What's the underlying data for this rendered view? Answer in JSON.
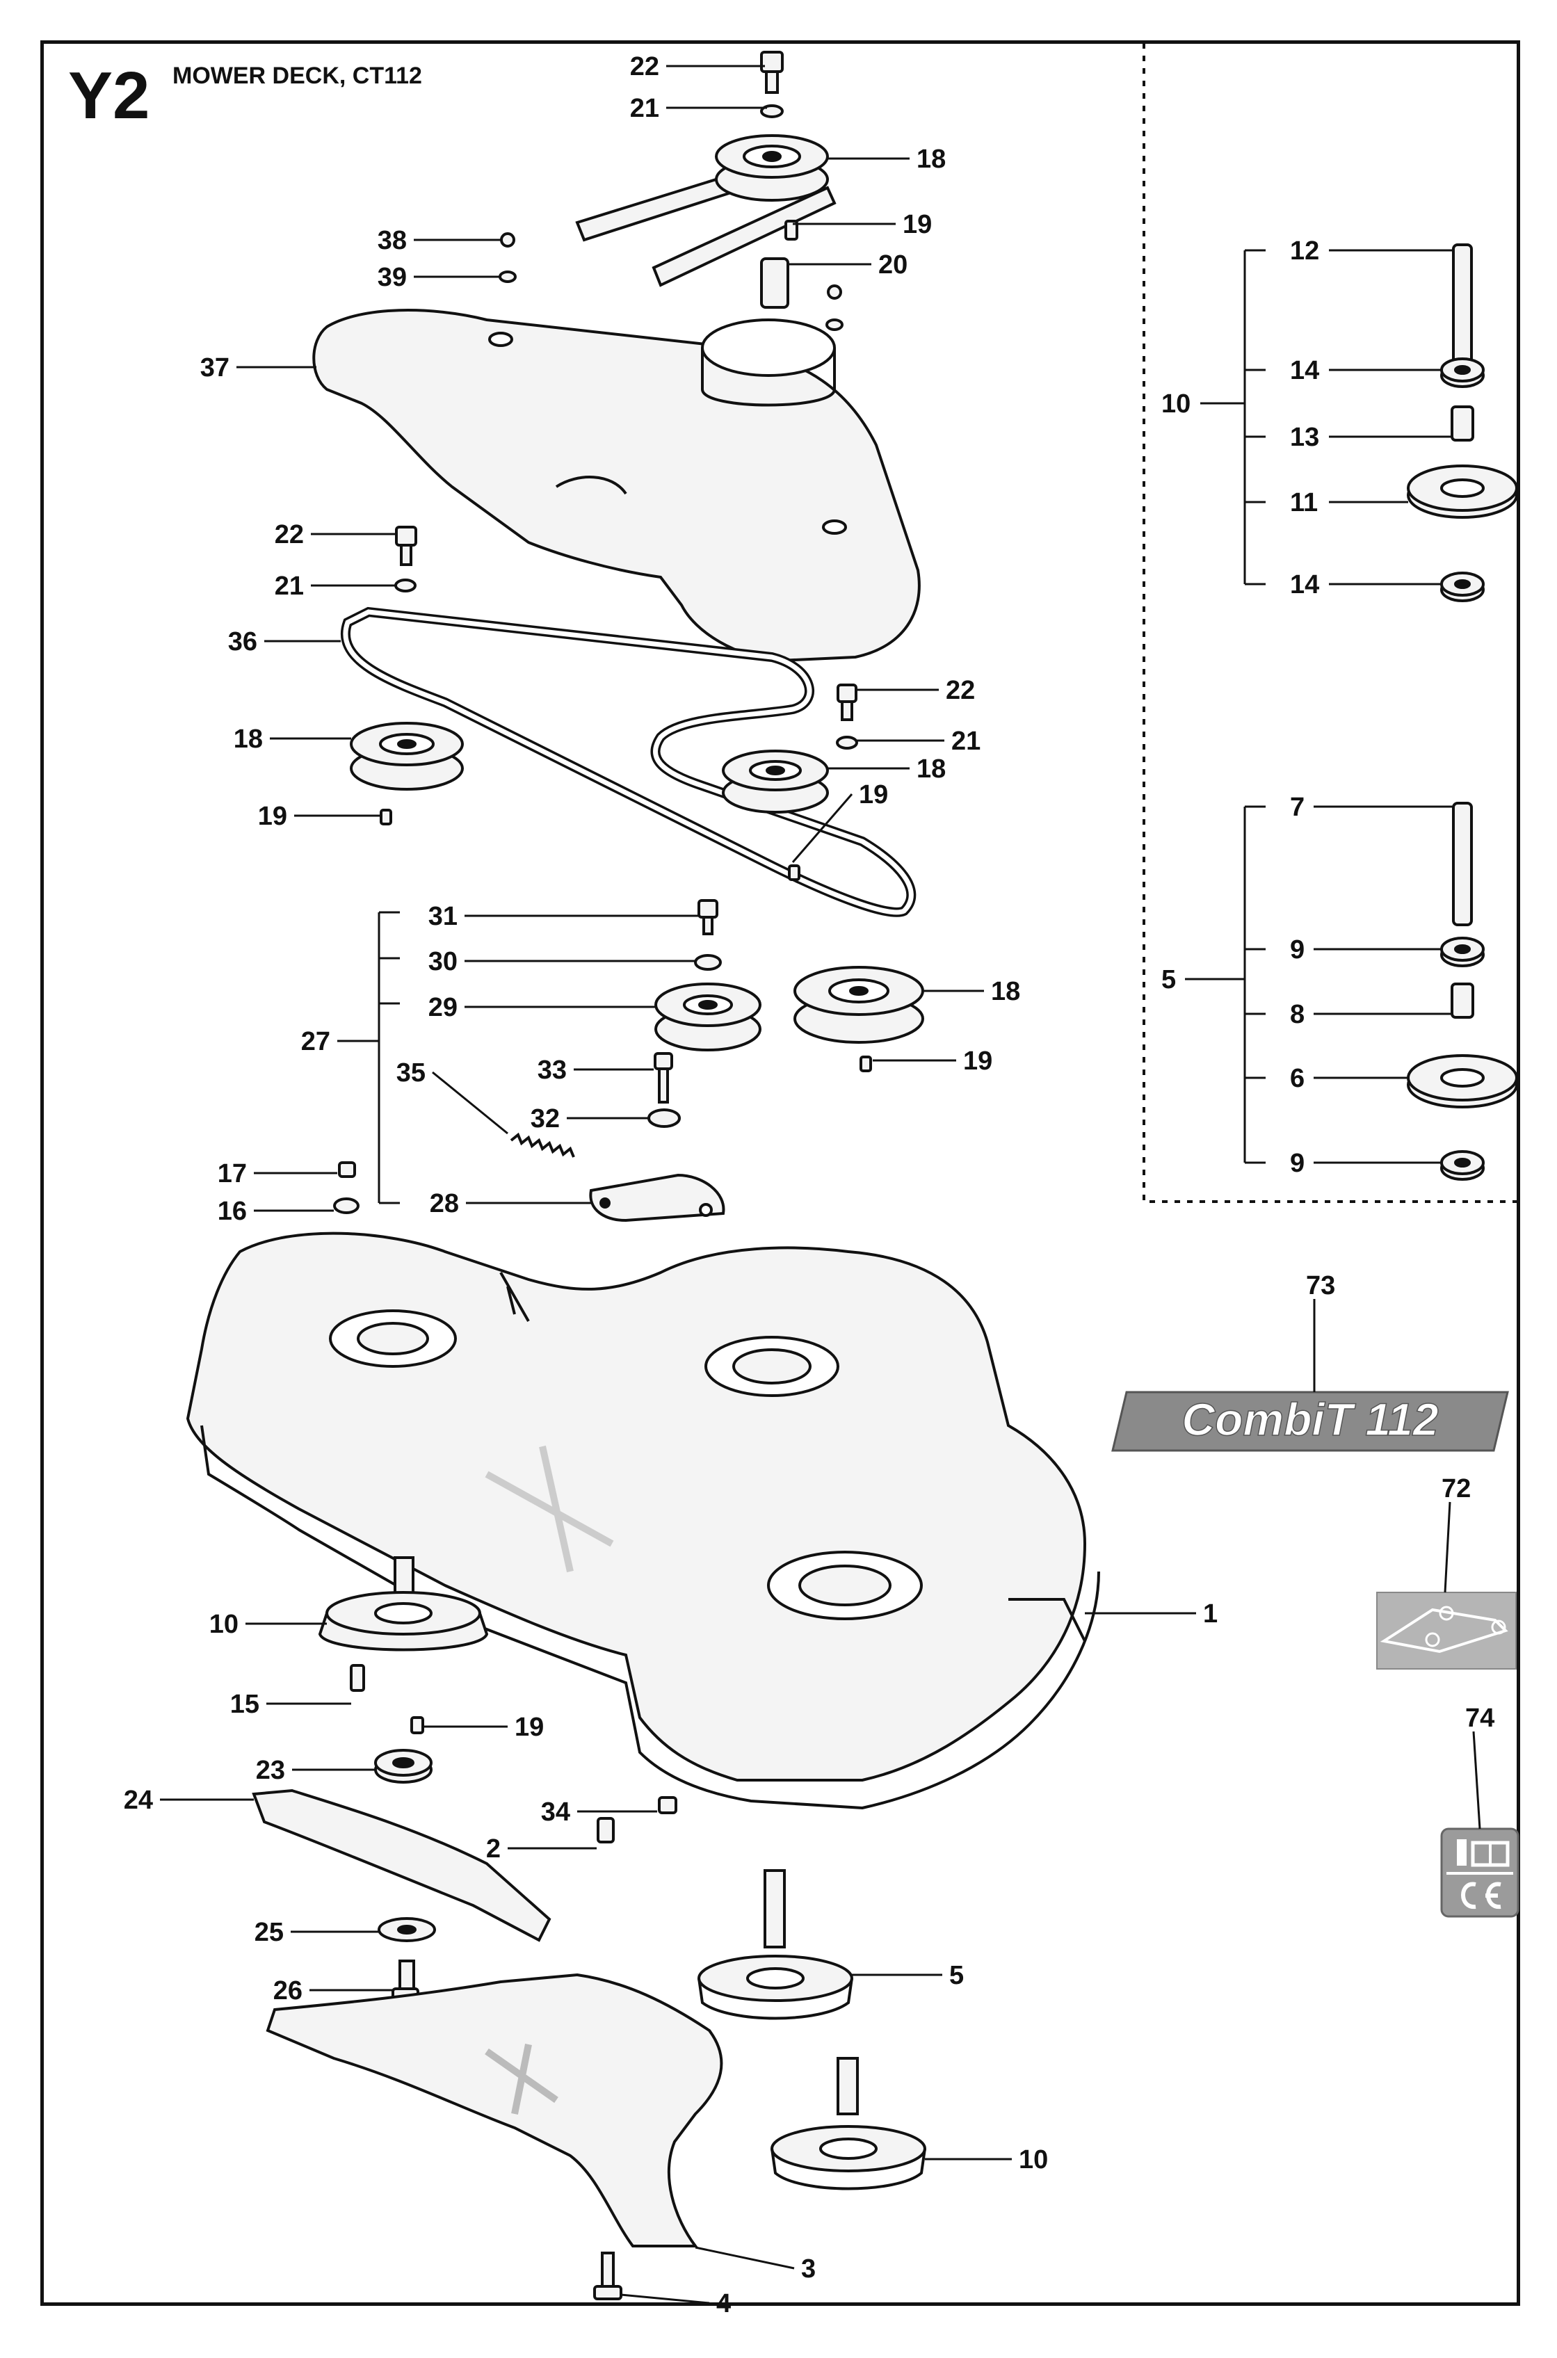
{
  "header": {
    "page_code": "Y2",
    "title": "MOWER DECK, CT112"
  },
  "callouts": [
    {
      "label": "22",
      "part": "bolt"
    },
    {
      "label": "21",
      "part": "washer"
    },
    {
      "label": "18",
      "part": "pulley"
    },
    {
      "label": "19",
      "part": "key"
    },
    {
      "label": "20",
      "part": "spacer"
    },
    {
      "label": "38",
      "part": "screw"
    },
    {
      "label": "39",
      "part": "washer"
    },
    {
      "label": "37",
      "part": "belt-guard"
    },
    {
      "label": "22",
      "part": "bolt"
    },
    {
      "label": "21",
      "part": "washer"
    },
    {
      "label": "36",
      "part": "drive-belt"
    },
    {
      "label": "18",
      "part": "pulley"
    },
    {
      "label": "19",
      "part": "key"
    },
    {
      "label": "22",
      "part": "bolt"
    },
    {
      "label": "21",
      "part": "washer"
    },
    {
      "label": "18",
      "part": "pulley"
    },
    {
      "label": "19",
      "part": "key"
    },
    {
      "label": "31",
      "part": "bolt"
    },
    {
      "label": "30",
      "part": "washer"
    },
    {
      "label": "29",
      "part": "idler-pulley"
    },
    {
      "label": "27",
      "part": "tensioner-assembly"
    },
    {
      "label": "18",
      "part": "pulley"
    },
    {
      "label": "35",
      "part": "spring"
    },
    {
      "label": "33",
      "part": "bolt"
    },
    {
      "label": "19",
      "part": "key"
    },
    {
      "label": "32",
      "part": "washer"
    },
    {
      "label": "17",
      "part": "nut"
    },
    {
      "label": "16",
      "part": "washer"
    },
    {
      "label": "28",
      "part": "idler-arm"
    },
    {
      "label": "1",
      "part": "deck-housing"
    },
    {
      "label": "10",
      "part": "spindle-housing"
    },
    {
      "label": "15",
      "part": "bolt"
    },
    {
      "label": "19",
      "part": "key"
    },
    {
      "label": "23",
      "part": "bearing"
    },
    {
      "label": "24",
      "part": "blade"
    },
    {
      "label": "34",
      "part": "nut"
    },
    {
      "label": "2",
      "part": "spacer"
    },
    {
      "label": "25",
      "part": "washer"
    },
    {
      "label": "5",
      "part": "spindle-housing"
    },
    {
      "label": "26",
      "part": "bolt"
    },
    {
      "label": "10",
      "part": "spindle-housing"
    },
    {
      "label": "3",
      "part": "baffle"
    },
    {
      "label": "4",
      "part": "bolt"
    },
    {
      "label": "12",
      "part": "shaft"
    },
    {
      "label": "14",
      "part": "bearing"
    },
    {
      "label": "10",
      "part": "spindle-kit"
    },
    {
      "label": "13",
      "part": "spacer"
    },
    {
      "label": "11",
      "part": "housing"
    },
    {
      "label": "14",
      "part": "bearing"
    },
    {
      "label": "7",
      "part": "shaft"
    },
    {
      "label": "9",
      "part": "bearing"
    },
    {
      "label": "5",
      "part": "spindle-kit"
    },
    {
      "label": "8",
      "part": "spacer"
    },
    {
      "label": "6",
      "part": "housing"
    },
    {
      "label": "9",
      "part": "bearing"
    },
    {
      "label": "73",
      "part": "decal"
    },
    {
      "label": "72",
      "part": "decal"
    },
    {
      "label": "74",
      "part": "decal"
    }
  ],
  "decal": {
    "text": "CombiT 112"
  },
  "colors": {
    "line": "#111111",
    "part_fill": "#f2f2f2",
    "decal_fill": "#8a8a8a",
    "decal_text": "#ffffff"
  },
  "icons": [
    "book-info-icon",
    "ce-mark-icon",
    "belt-routing-icon"
  ]
}
